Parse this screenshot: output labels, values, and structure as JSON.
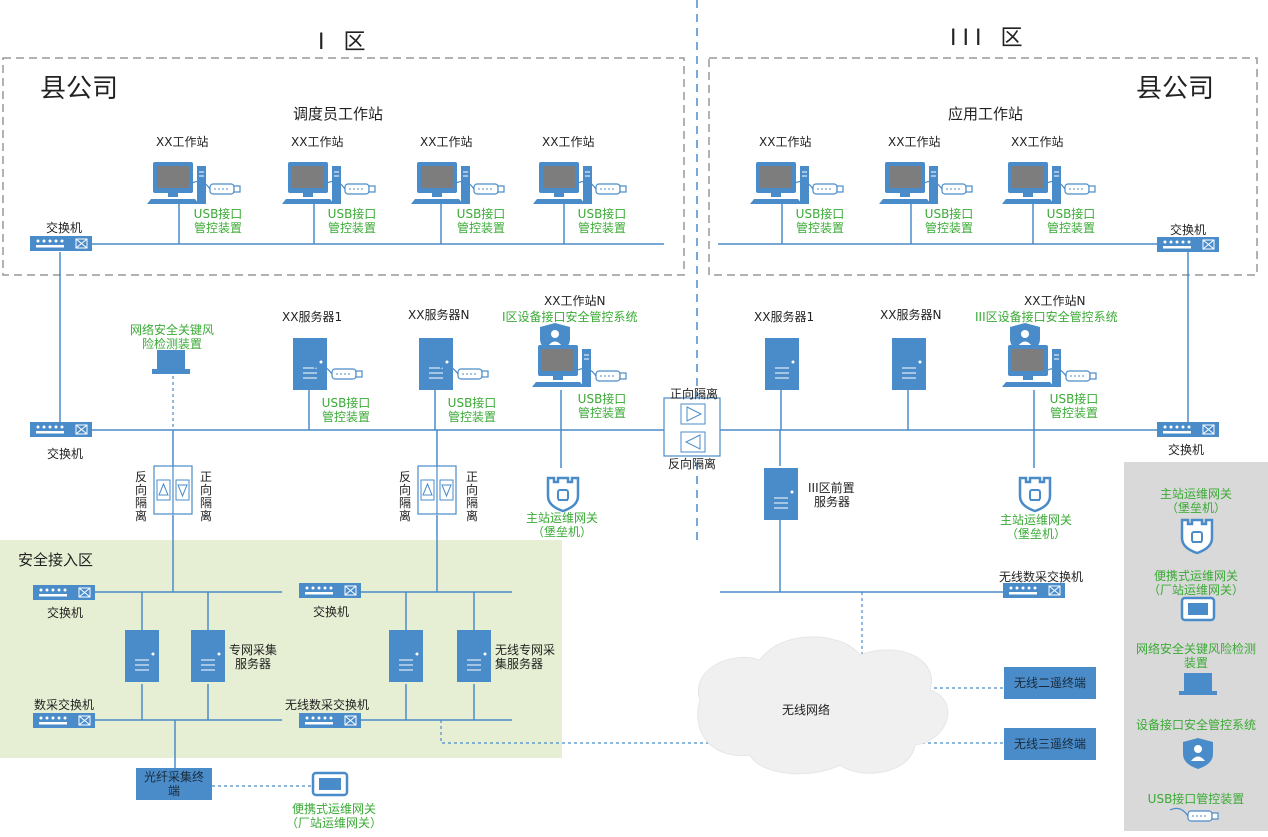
{
  "zones": {
    "left": "Ⅰ 区",
    "right": "III 区"
  },
  "company": {
    "left": "县公司",
    "right": "县公司"
  },
  "groups": {
    "dispatcher": "调度员工作站",
    "app": "应用工作站",
    "safe_area": "安全接入区"
  },
  "ws_label": "XX工作站",
  "usb_line1": "USB接口",
  "usb_line2": "管控装置",
  "switch": "交换机",
  "left": {
    "server1": "XX服务器1",
    "serverN": "XX服务器N",
    "wsN": "XX工作站N",
    "ctrl_sys": "I区设备接口安全管控系统",
    "risk_line1": "网络安全关键风",
    "risk_line2": "险检测装置",
    "bastion_line1": "主站运维网关",
    "bastion_line2": "（堡垒机）",
    "dedicated_server_line1": "专网采集",
    "dedicated_server_line2": "服务器",
    "wireless_server_line1": "无线专网采",
    "wireless_server_line2": "集服务器",
    "data_switch": "数采交换机",
    "wireless_data_switch": "无线数采交换机",
    "fiber_line1": "光纤采集终",
    "fiber_line2": "端",
    "portable_line1": "便携式运维网关",
    "portable_line2": "（厂站运维网关）"
  },
  "iso": {
    "reverse_chars": [
      "反",
      "向",
      "隔",
      "离"
    ],
    "forward_chars": [
      "正",
      "向",
      "隔",
      "离"
    ],
    "forward": "正向隔离",
    "reverse": "反向隔离"
  },
  "right": {
    "server1": "XX服务器1",
    "serverN": "XX服务器N",
    "wsN": "XX工作站N",
    "ctrl_sys": "III区设备接口安全管控系统",
    "front_server_line1": "III区前置",
    "front_server_line2": "服务器",
    "bastion_line1": "主站运维网关",
    "bastion_line2": "（堡垒机）",
    "wireless_switch": "无线数采交换机",
    "term2": "无线二遥终端",
    "term3": "无线三遥终端",
    "cloud": "无线网络"
  },
  "legend": [
    {
      "line1": "主站运维网关",
      "line2": "（堡垒机）",
      "icon": "bastion-icon"
    },
    {
      "line1": "便携式运维网关",
      "line2": "（厂站运维网关）",
      "icon": "tablet-icon"
    },
    {
      "line1": "网络安全关键风险检测",
      "line2": "装置",
      "icon": "laptop-icon"
    },
    {
      "line1": "设备接口安全管控系统",
      "line2": "",
      "icon": "shield-user-icon"
    },
    {
      "line1": "USB接口管控装置",
      "line2": "",
      "icon": "usb-icon"
    }
  ],
  "colors": {
    "device": "#4a8cc9",
    "green_label": "#3aaa35",
    "safe_area": "#e6efd3",
    "legend_bg": "#d9d9d9",
    "line": "#4a8cc9"
  }
}
